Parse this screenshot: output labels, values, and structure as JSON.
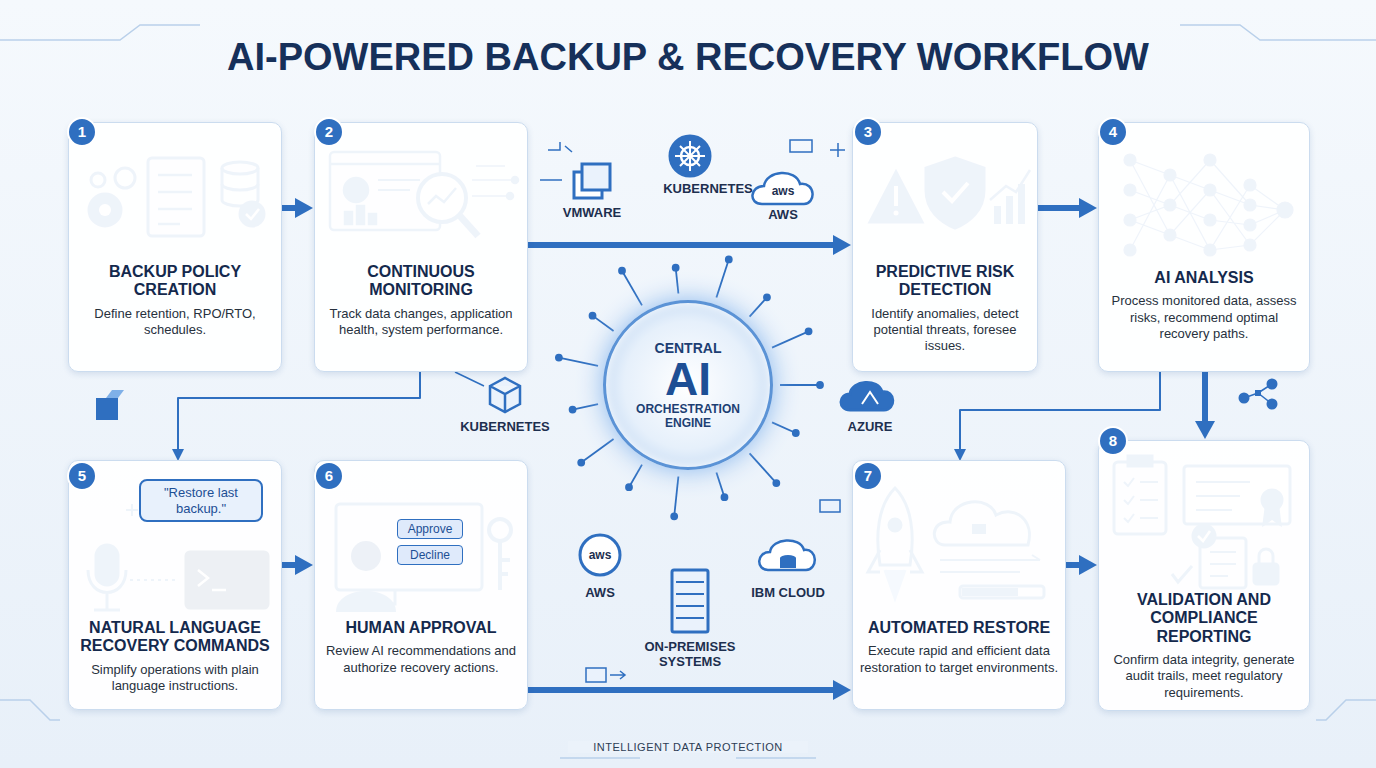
{
  "diagram": {
    "title": "AI-POWERED BACKUP & RECOVERY WORKFLOW",
    "nodes": [
      {
        "text": [
          "BACKUP POLICY CREATION",
          "Define retention, RPO/RTO, schedules."
        ]
      },
      {
        "text": [
          "CONTINUOUS MONITORING",
          "Track data changes, application health, system performance."
        ]
      },
      {
        "text": [
          "PREDICTIVE RISK DETECTION",
          "Identify anomalies, detect potential threats, foresee issues."
        ]
      },
      {
        "text": [
          "AI ANALYSIS",
          "Process monitored data, assess risks, recommend optimal recovery paths."
        ]
      },
      {
        "text": [
          "CENTRAL",
          "AI",
          "ORCHESTRATION ENGINE"
        ]
      },
      {
        "text": [
          "NATURAL LANGUAGE RECOVERY COMMANDS",
          "Simplify operations with plain language instructions."
        ]
      },
      {
        "text": [
          "\"Restore last backup.\""
        ],
        "in": 5
      },
      {
        "text": [
          "HUMAN APPROVAL",
          "Review AI recommendations and authorize recovery actions."
        ]
      },
      {
        "text": [
          "Approve"
        ],
        "in": 7
      },
      {
        "text": [
          "Decline"
        ],
        "in": 7
      },
      {
        "text": [
          "AUTOMATED RESTORE",
          "Execute rapid and efficient data restoration to target environments."
        ]
      },
      {
        "text": [
          "VALIDATION AND COMPLIANCE REPORTING",
          "Confirm data integrity, generate audit trails, meet regulatory requirements."
        ]
      }
    ],
    "edges": [
      {
        "from": 0,
        "to": 1,
        "arrow": "to"
      },
      {
        "from": 1,
        "to": 2,
        "arrow": "to"
      },
      {
        "from": 2,
        "to": 3,
        "arrow": "to"
      },
      {
        "from": 3,
        "to": 11,
        "arrow": "to"
      },
      {
        "from": 3,
        "to": 10,
        "arrow": "to"
      },
      {
        "from": 1,
        "to": 5,
        "arrow": "to"
      },
      {
        "from": 5,
        "to": 7,
        "arrow": "to"
      },
      {
        "from": 7,
        "to": 10,
        "arrow": "to"
      },
      {
        "from": 10,
        "to": 11,
        "arrow": "to"
      }
    ],
    "labels": [
      "1",
      "2",
      "3",
      "4",
      "5",
      "6",
      "7",
      "8",
      "VMWARE",
      "KUBERNETES",
      "aws",
      "AWS",
      "KUBERNETES",
      "AZURE",
      "aws",
      "AWS",
      "ON-PREMISES SYSTEMS",
      "IBM CLOUD",
      "INTELLIGENT DATA PROTECTION"
    ]
  }
}
